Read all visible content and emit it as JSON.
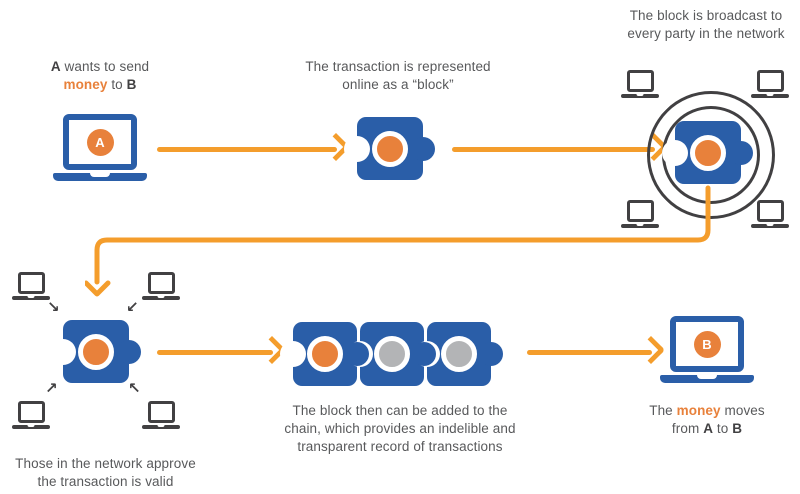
{
  "palette": {
    "blue": "#2A5EA8",
    "circle_orange": "#E8813B",
    "arrow_orange": "#F49D2C",
    "icon_dark": "#414042",
    "text_gray": "#58595B",
    "chain_gray": "#B3B4B6"
  },
  "badges": {
    "sender": "A",
    "receiver": "B"
  },
  "icons": {
    "arrow_se": "↘",
    "arrow_sw": "↙",
    "arrow_ne": "↗",
    "arrow_nw": "↖"
  },
  "steps": [
    {
      "id": "send",
      "caption": {
        "lines": [
          [
            {
              "t": "A",
              "s": "bold"
            },
            {
              "t": " wants to send",
              "s": "normal"
            }
          ],
          [
            {
              "t": "money",
              "s": "orange"
            },
            {
              "t": " to ",
              "s": "normal"
            },
            {
              "t": "B",
              "s": "bold"
            }
          ]
        ]
      }
    },
    {
      "id": "block",
      "caption": {
        "lines": [
          [
            {
              "t": "The transaction is represented",
              "s": "normal"
            }
          ],
          [
            {
              "t": "online as a “block”",
              "s": "normal"
            }
          ]
        ]
      }
    },
    {
      "id": "broadcast",
      "caption": {
        "lines": [
          [
            {
              "t": "The block is broadcast to",
              "s": "normal"
            }
          ],
          [
            {
              "t": "every party in the network",
              "s": "normal"
            }
          ]
        ]
      }
    },
    {
      "id": "approve",
      "caption": {
        "lines": [
          [
            {
              "t": "Those in the network approve",
              "s": "normal"
            }
          ],
          [
            {
              "t": "the transaction is valid",
              "s": "normal"
            }
          ]
        ]
      }
    },
    {
      "id": "chain",
      "caption": {
        "lines": [
          [
            {
              "t": "The block then can be added to the",
              "s": "normal"
            }
          ],
          [
            {
              "t": "chain, which provides an indelible and",
              "s": "normal"
            }
          ],
          [
            {
              "t": "transparent record of transactions",
              "s": "normal"
            }
          ]
        ]
      }
    },
    {
      "id": "transfer",
      "caption": {
        "lines": [
          [
            {
              "t": "The ",
              "s": "normal"
            },
            {
              "t": "money",
              "s": "orange"
            },
            {
              "t": " moves",
              "s": "normal"
            }
          ],
          [
            {
              "t": "from ",
              "s": "normal"
            },
            {
              "t": "A",
              "s": "bold"
            },
            {
              "t": " to ",
              "s": "normal"
            },
            {
              "t": "B",
              "s": "bold"
            }
          ]
        ]
      }
    }
  ]
}
